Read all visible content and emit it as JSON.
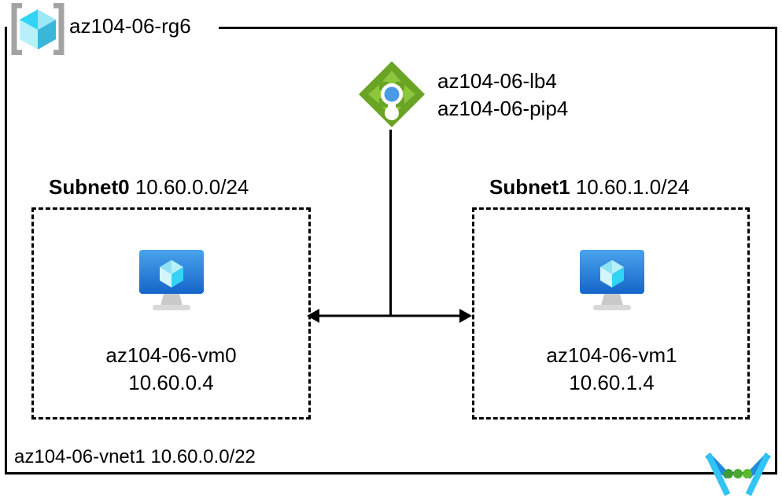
{
  "diagram": {
    "resource_group": {
      "name": "az104-06-rg6",
      "icon": "resource-group-cube-icon"
    },
    "load_balancer": {
      "icon": "load-balancer-icon",
      "name": "az104-06-lb4",
      "public_ip": "az104-06-pip4"
    },
    "subnets": [
      {
        "name": "Subnet0",
        "cidr": "10.60.0.0/24",
        "vm": {
          "icon": "virtual-machine-icon",
          "name": "az104-06-vm0",
          "ip": "10.60.0.4"
        }
      },
      {
        "name": "Subnet1",
        "cidr": "10.60.1.0/24",
        "vm": {
          "icon": "virtual-machine-icon",
          "name": "az104-06-vm1",
          "ip": "10.60.1.4"
        }
      }
    ],
    "vnet": {
      "label": "az104-06-vnet1 10.60.0.0/22",
      "icon": "virtual-network-icon"
    },
    "connector": {
      "icon": "double-headed-arrow-icon"
    },
    "colors": {
      "line": "#000000",
      "load_balancer_green": "#6aa424",
      "load_balancer_arrow_green": "#8cc63e",
      "load_balancer_blue": "#4b9ae4",
      "vm_blue_top": "#3d9ae8",
      "vm_blue_bottom": "#1a68c8",
      "cube_cyan_light": "#9ae8f5",
      "cube_cyan": "#32d4f5",
      "cube_cyan_dark": "#3ab6d9",
      "bracket_gray": "#a3a3a3",
      "vnet_blue": "#1f8bd8",
      "vnet_cyan": "#32c5f4",
      "vnet_green": "#3f9c35"
    }
  }
}
